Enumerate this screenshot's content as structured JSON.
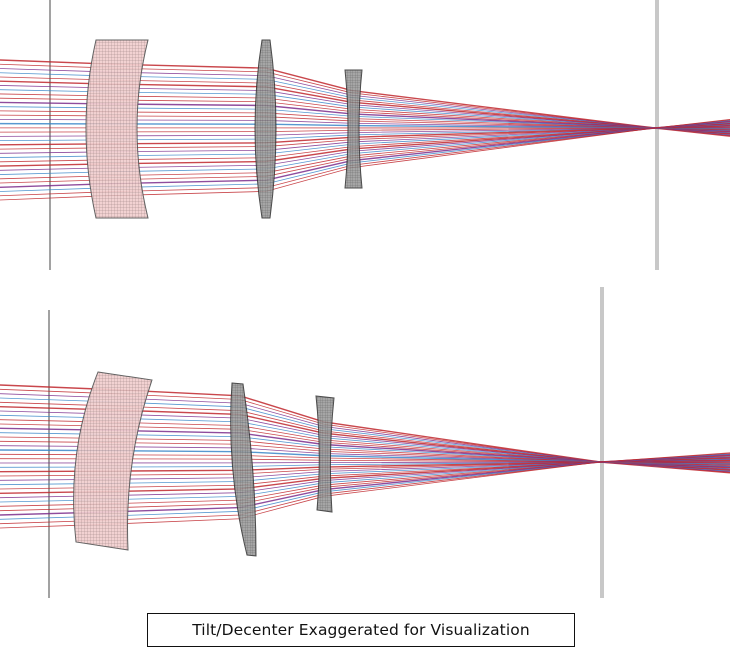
{
  "figure": {
    "caption": "Tilt/Decenter Exaggerated for Visualization",
    "views": [
      {
        "id": "nominal",
        "tilted": false
      },
      {
        "id": "perturbed",
        "tilted": true
      }
    ],
    "elements": [
      "lens-1",
      "lens-2",
      "lens-3",
      "image-plane"
    ],
    "colors": {
      "ray_primary": "#c0272d",
      "ray_secondary": "#7b2d8c",
      "ray_tertiary": "#3a86c8",
      "lens_fill": "#f2c4c4",
      "lens_dark_fill": "#8a8a8a",
      "lens_mesh": "#6b6b6b",
      "image_plane": "#c8c8c8",
      "stop_line": "#444444"
    }
  }
}
